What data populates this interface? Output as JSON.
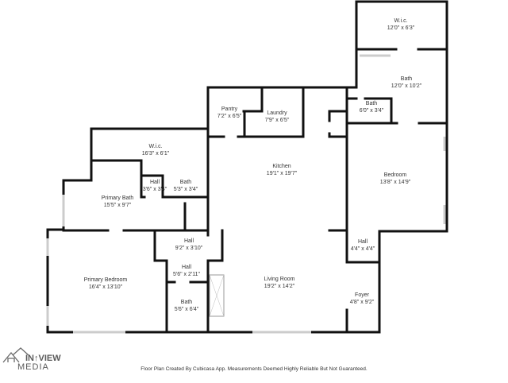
{
  "rooms": {
    "wic_top": {
      "name": "W.i.c.",
      "dims": "12'0\" x 6'3\""
    },
    "bath_right": {
      "name": "Bath",
      "dims": "12'0\" x 10'2\""
    },
    "bath_small_right": {
      "name": "Bath",
      "dims": "6'0\" x 3'4\""
    },
    "pantry": {
      "name": "Pantry",
      "dims": "7'2\" x 6'5\""
    },
    "laundry": {
      "name": "Laundry",
      "dims": "7'9\" x 6'5\""
    },
    "wic_left": {
      "name": "W.i.c.",
      "dims": "16'3\" x 6'1\""
    },
    "kitchen": {
      "name": "Kitchen",
      "dims": "19'1\" x 19'7\""
    },
    "bedroom": {
      "name": "Bedroom",
      "dims": "13'8\" x 14'9\""
    },
    "hall_small": {
      "name": "Hall",
      "dims": "3'6\" x 3'4\""
    },
    "bath_small_left": {
      "name": "Bath",
      "dims": "5'3\" x 3'4\""
    },
    "primary_bath": {
      "name": "Primary Bath",
      "dims": "15'5\" x 9'7\""
    },
    "hall_center": {
      "name": "Hall",
      "dims": "9'2\" x 3'10\""
    },
    "hall_right": {
      "name": "Hall",
      "dims": "4'4\" x 4'4\""
    },
    "hall_narrow": {
      "name": "Hall",
      "dims": "5'6\" x 2'11\""
    },
    "primary_bedroom": {
      "name": "Primary Bedroom",
      "dims": "16'4\" x 13'10\""
    },
    "living_room": {
      "name": "Living Room",
      "dims": "19'2\" x 14'2\""
    },
    "foyer": {
      "name": "Foyer",
      "dims": "4'8\" x 9'2\""
    },
    "bath_bottom": {
      "name": "Bath",
      "dims": "5'6\" x 6'4\""
    }
  },
  "footer": "Floor Plan Created By Cubicasa App. Measurements Deemed Highly Reliable But Not Guaranteed.",
  "logo": {
    "line1": "IN↑VIEW",
    "line2": "MEDIA"
  },
  "colors": {
    "wall": "#111111",
    "window": "#cccccc",
    "text": "#333333",
    "background": "#ffffff"
  }
}
